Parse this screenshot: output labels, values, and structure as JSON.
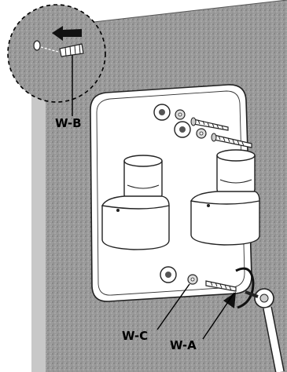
{
  "labels": {
    "wb": "W-B",
    "wc": "W-C",
    "wa": "W-A"
  },
  "colors": {
    "wall": "#9c9c9c",
    "wall_dark": "#7a7a7a",
    "plate": "#ffffff",
    "outline": "#222222",
    "hardware": "#cfcfcf"
  },
  "icons": [
    "wall-anchor-icon",
    "insert-arrow-icon",
    "screw-icon",
    "washer-icon",
    "ratchet-wrench-icon",
    "rotation-arrow-icon"
  ]
}
